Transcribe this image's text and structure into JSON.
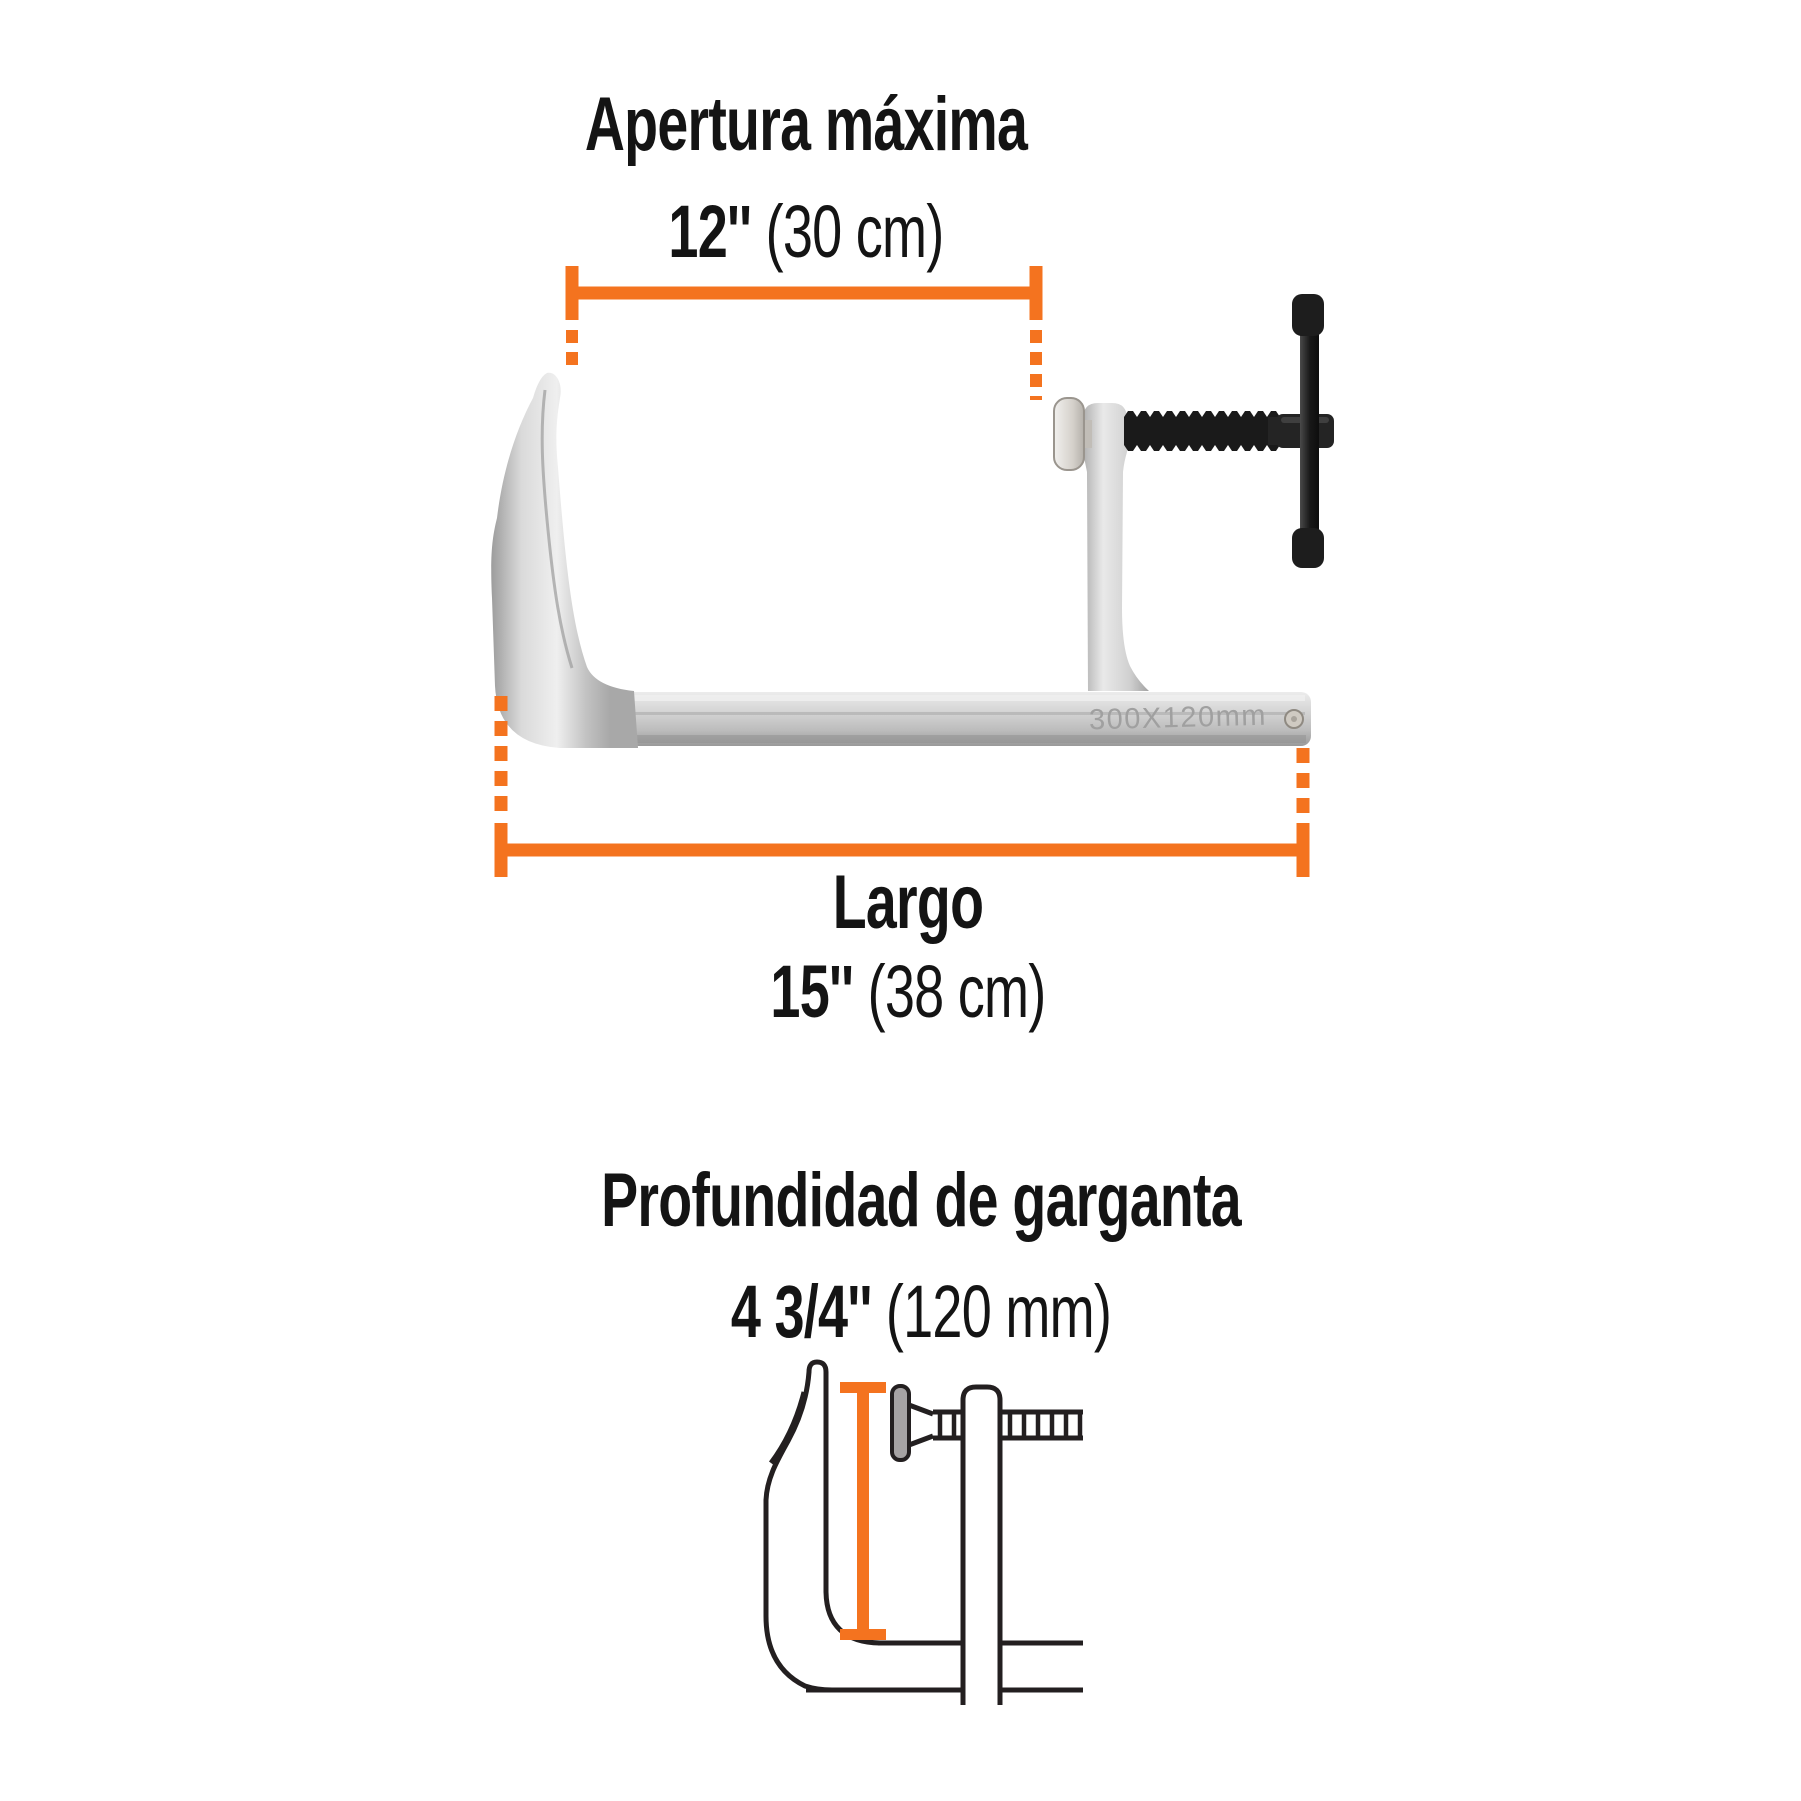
{
  "labels": {
    "apertura": {
      "title": "Apertura máxima",
      "value_bold": "12''",
      "value_regular": "(30 cm)"
    },
    "largo": {
      "title": "Largo",
      "value_bold": "15''",
      "value_regular": "(38 cm)"
    },
    "garganta": {
      "title": "Profundidad de garganta",
      "value_bold": "4 3/4''",
      "value_regular": "(120 mm)"
    }
  },
  "clamp": {
    "bar_marking": "300X120mm"
  },
  "colors": {
    "accent_orange": "#F4731F",
    "line_dark": "#231F20",
    "text_black": "#141414",
    "metal_silver": "#C9C9C9",
    "screw_black": "#1A1A1A"
  }
}
